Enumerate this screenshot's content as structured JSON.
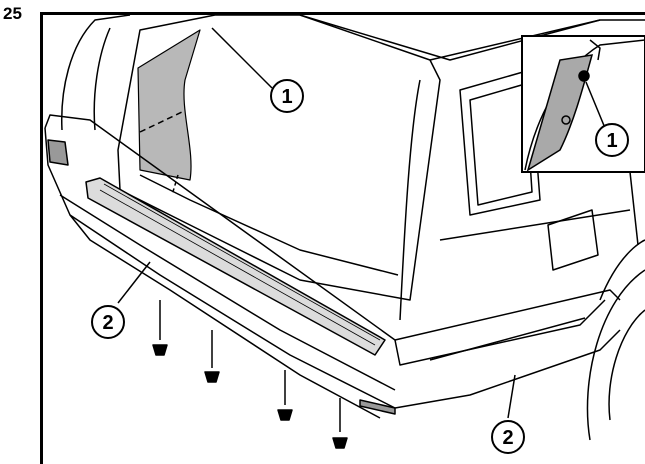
{
  "step_number": "25",
  "callouts": [
    {
      "id": "trim-panel",
      "label": "1"
    },
    {
      "id": "trim-panel-detail",
      "label": "1"
    },
    {
      "id": "bumper-cover-left",
      "label": "2"
    },
    {
      "id": "bumper-cover-right",
      "label": "2"
    }
  ],
  "colors": {
    "line": "#000000",
    "shade": "#b8b8b8",
    "detail_shade": "#a9a9a9"
  }
}
